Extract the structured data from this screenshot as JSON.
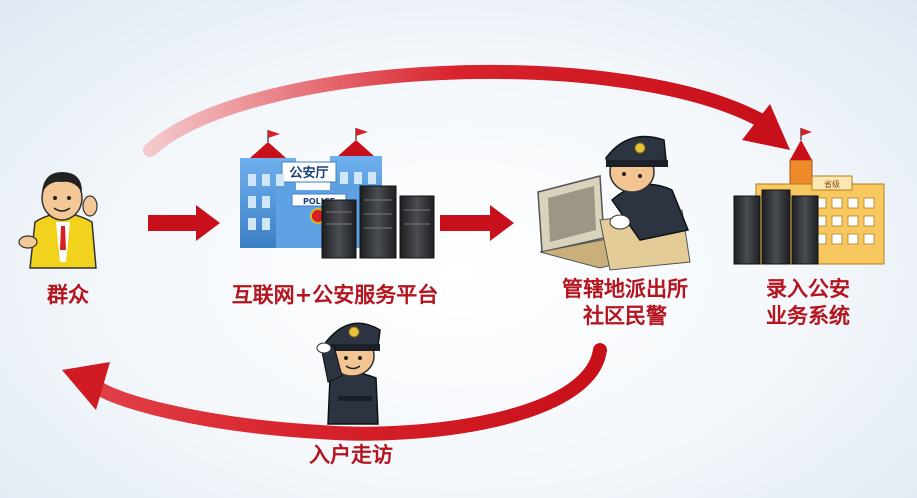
{
  "nodes": {
    "citizen": {
      "label": "群众"
    },
    "platform": {
      "label": "互联网+公安服务平台",
      "building_sign": "公安厅",
      "building_plate": "POLICE"
    },
    "police_station": {
      "label_line1": "管辖地派出所",
      "label_line2": "社区民警"
    },
    "system": {
      "label_line1": "录入公安",
      "label_line2": "业务系统",
      "building_sign": "省级"
    }
  },
  "feedback": {
    "label": "入户走访"
  },
  "colors": {
    "arrow": "#c8101a",
    "text": "#b4141e",
    "building": "#4f93d6",
    "server": "#2e3033"
  }
}
